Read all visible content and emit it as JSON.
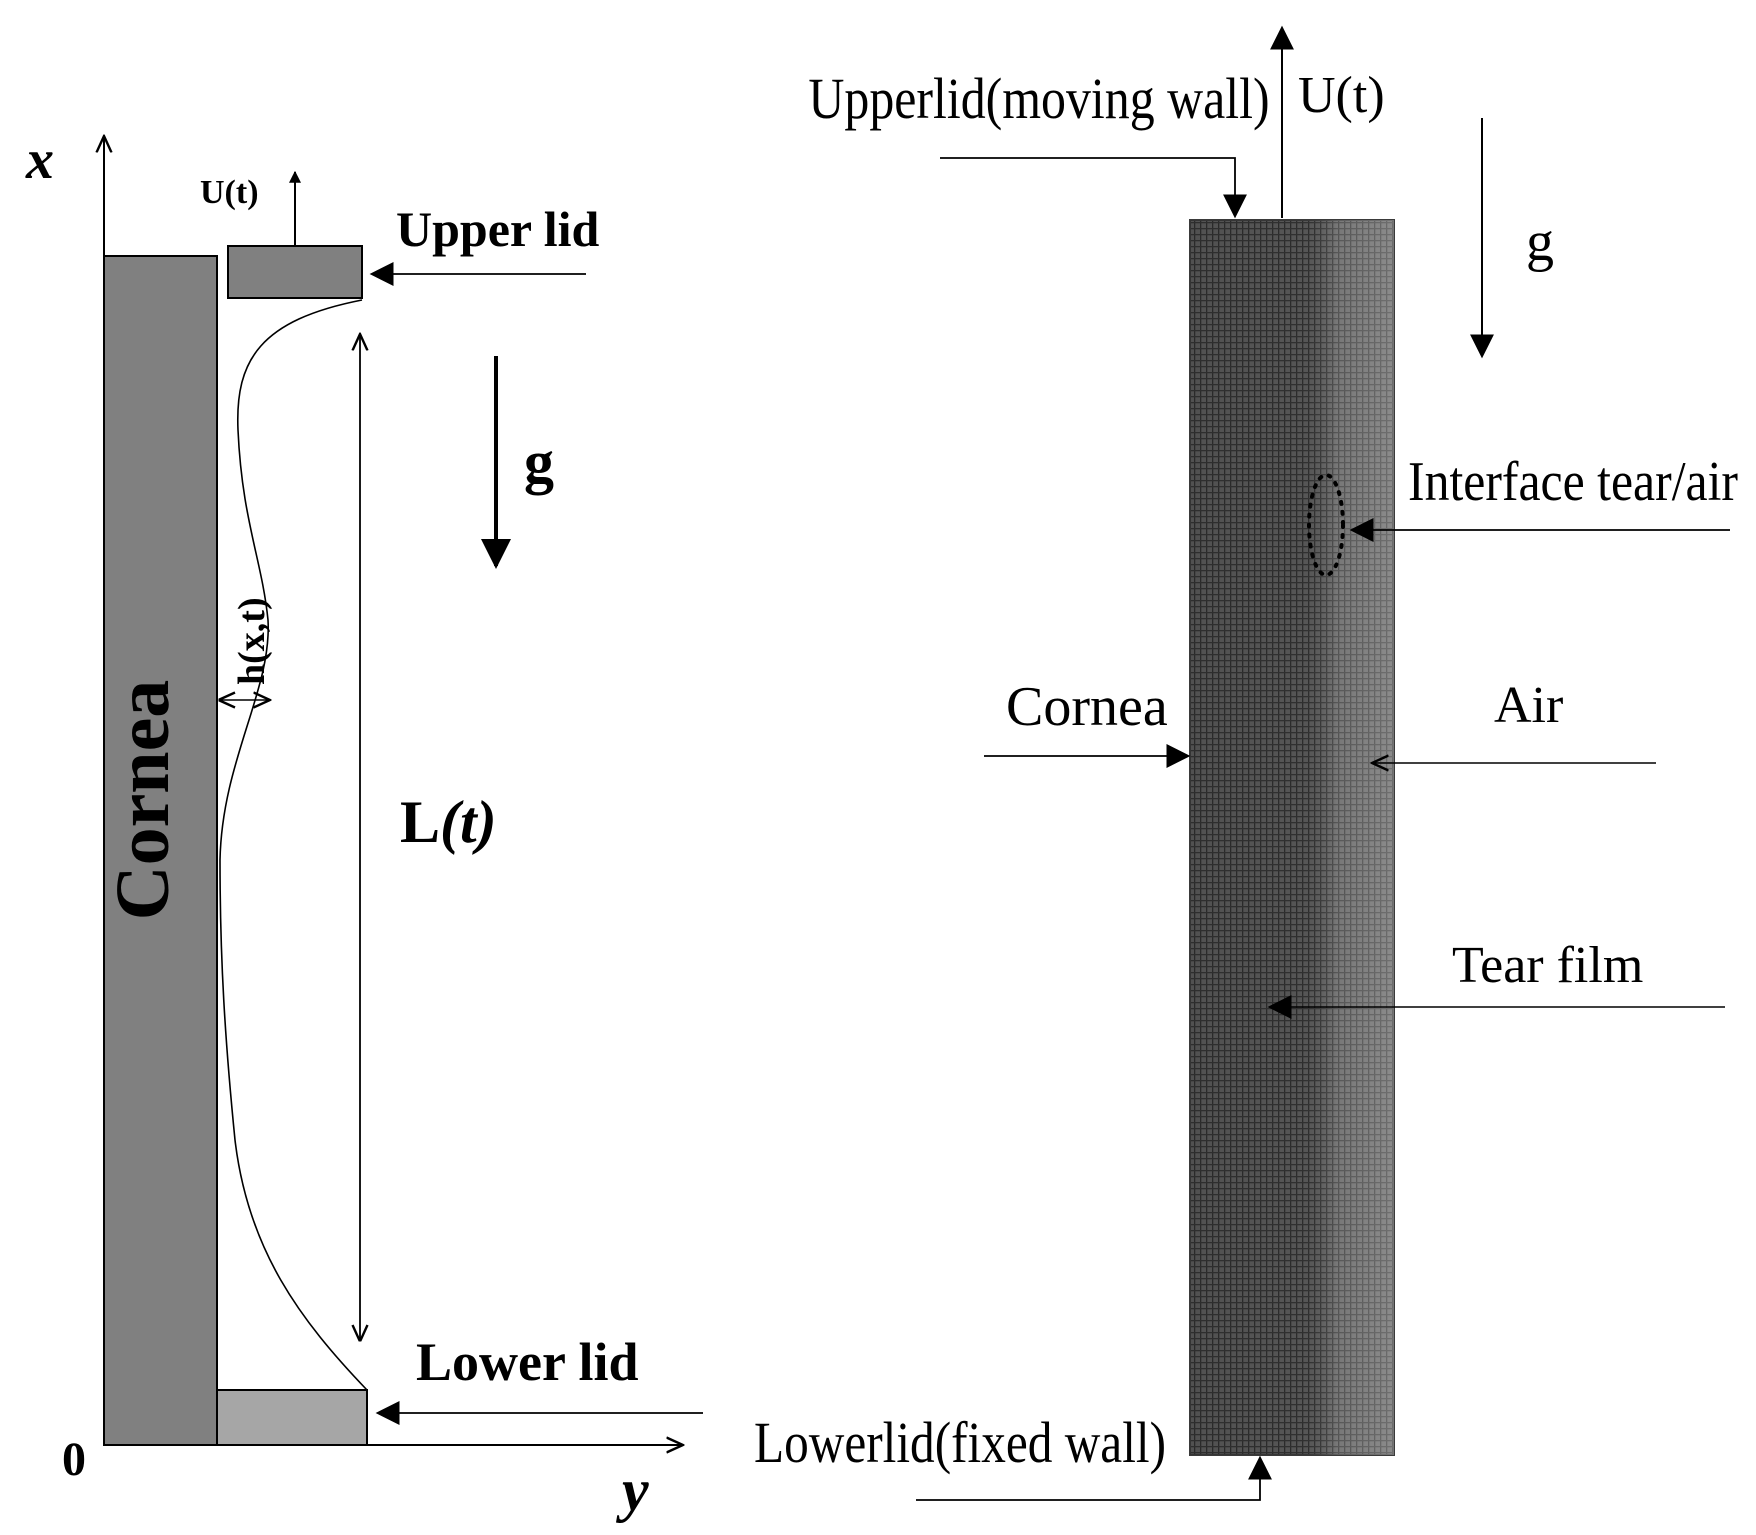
{
  "left_panel": {
    "axis_x_label": "x",
    "axis_y_label": "y",
    "origin_label": "0",
    "velocity_label": "U(t)",
    "upper_lid_label": "Upper lid",
    "gravity_label": "g",
    "thickness_label": "h(x,t)",
    "cornea_label": "Cornea",
    "length_label_prefix": "L",
    "length_label_var": "(t)",
    "lower_lid_label": "Lower lid"
  },
  "right_panel": {
    "upper_lid_label": "Upperlid(moving wall)",
    "velocity_label": "U(t)",
    "gravity_label": "g",
    "interface_label": "Interface tear/air",
    "cornea_label": "Cornea",
    "air_label": "Air",
    "tear_film_label": "Tear film",
    "lower_lid_label": "Lowerlid(fixed wall)"
  },
  "colors": {
    "cornea_fill": "#808080",
    "upper_lid_fill": "#808080",
    "lower_lid_fill": "#a6a6a6",
    "mesh_dark": "#3c3c3c",
    "mesh_light": "#9a9a9a",
    "ink": "#000000"
  }
}
